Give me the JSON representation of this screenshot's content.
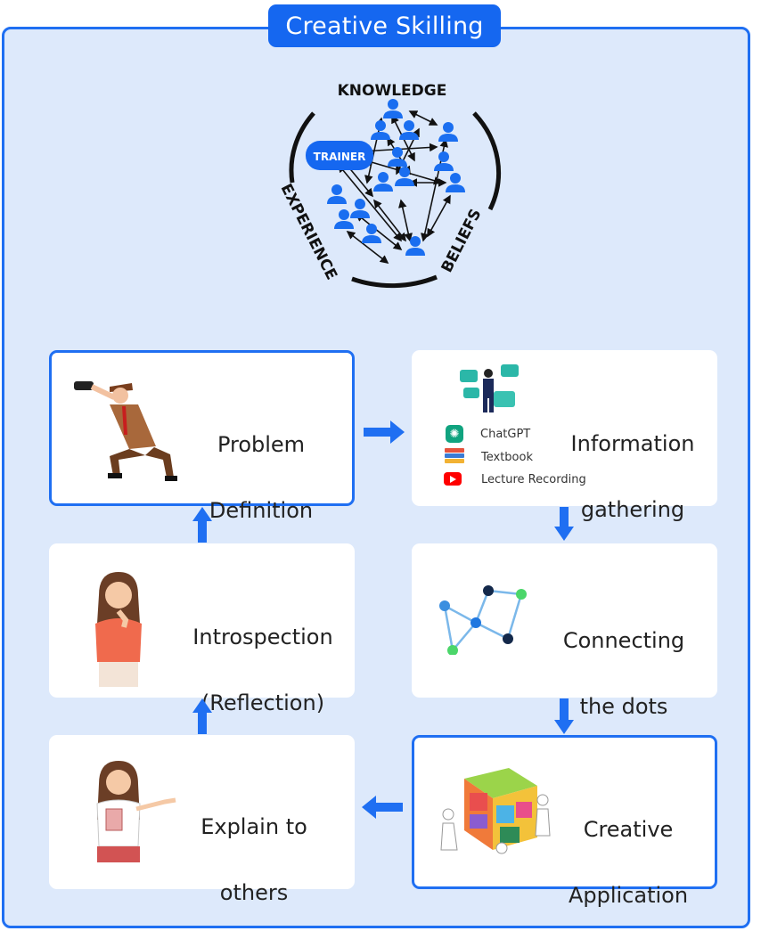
{
  "title": "Creative Skilling",
  "network": {
    "top_label": "KNOWLEDGE",
    "left_label": "EXPERIENCE",
    "right_label": "BELIEFS",
    "trainer_label": "TRAINER"
  },
  "steps": {
    "problem": {
      "line1": "Problem",
      "line2": "Definition"
    },
    "information": {
      "line1": "Information",
      "line2": "gathering"
    },
    "connecting": {
      "line1": "Connecting",
      "line2": "the dots"
    },
    "creative": {
      "line1": "Creative",
      "line2": "Application"
    },
    "explain": {
      "line1": "Explain to",
      "line2": "others"
    },
    "introspection": {
      "line1": "Introspection",
      "line2": "(Reflection)"
    }
  },
  "sources": [
    {
      "label": "ChatGPT",
      "icon": "chatgpt-icon"
    },
    {
      "label": "Textbook",
      "icon": "textbook-icon"
    },
    {
      "label": "Lecture Recording",
      "icon": "youtube-icon"
    }
  ],
  "colors": {
    "accent": "#1f6ff2",
    "frame_bg": "#dde9fb",
    "card_bg": "#ffffff"
  }
}
